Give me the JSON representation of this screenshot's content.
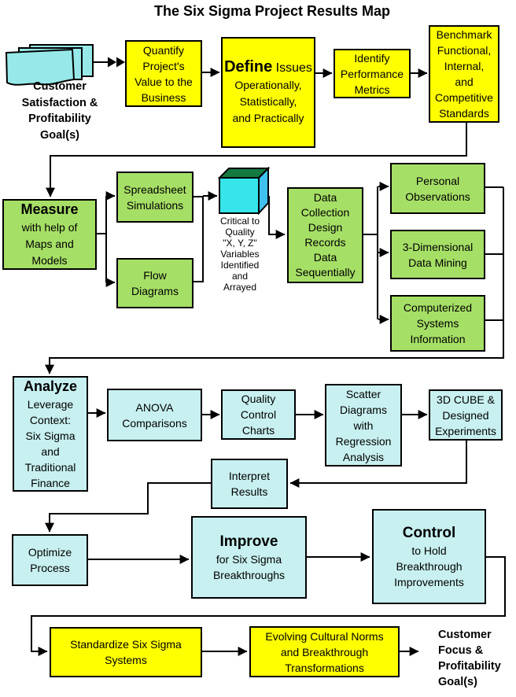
{
  "title": "The Six Sigma Project Results Map",
  "colors": {
    "box_yellow": "#FFFF00",
    "box_green": "#A6DF66",
    "box_cyan": "#C8F0F0",
    "pages_icon": "#97E9E9",
    "cube_front": "#35E5E9",
    "cube_top": "#157A42",
    "cube_side": "#3FC0EE",
    "line": "#000000"
  },
  "icons": {
    "start": "stacked-pages-icon",
    "ctq": "3d-cube-icon"
  },
  "nodes": {
    "customer_start": {
      "lines": [
        "Customer",
        "Satisfaction &",
        "Profitability",
        "Goal(s)"
      ]
    },
    "quantify": {
      "lines": [
        "Quantify",
        "Project's",
        "Value to the",
        "Business"
      ]
    },
    "define": {
      "keyword": "Define",
      "keyword_rest": " Issues",
      "lines": [
        "Operationally,",
        "Statistically,",
        "and Practically"
      ]
    },
    "identify": {
      "lines": [
        "Identify",
        "Performance",
        "Metrics"
      ]
    },
    "benchmark": {
      "lines": [
        "Benchmark",
        "Functional,",
        "Internal,",
        "and",
        "Competitive",
        "Standards"
      ]
    },
    "measure": {
      "keyword": "Measure",
      "lines": [
        "with help of",
        "Maps and",
        "Models"
      ]
    },
    "spreadsheet": {
      "lines": [
        "Spreadsheet",
        "Simulations"
      ]
    },
    "flow": {
      "lines": [
        "Flow",
        "Diagrams"
      ]
    },
    "ctq": {
      "lines": [
        "Critical to",
        "Quality",
        "\"X, Y, Z\"",
        "Variables",
        "Identified",
        "and",
        "Arrayed"
      ]
    },
    "data_collection": {
      "lines": [
        "Data",
        "Collection",
        "Design",
        "Records",
        "Data",
        "Sequentially"
      ]
    },
    "personal": {
      "lines": [
        "Personal",
        "Observations"
      ]
    },
    "mining": {
      "lines": [
        "3-Dimensional",
        "Data Mining"
      ]
    },
    "computerized": {
      "lines": [
        "Computerized",
        "Systems",
        "Information"
      ]
    },
    "analyze": {
      "keyword": "Analyze",
      "lines": [
        "Leverage",
        "Context:",
        "Six Sigma",
        "and",
        "Traditional",
        "Finance"
      ]
    },
    "anova": {
      "lines": [
        "ANOVA",
        "Comparisons"
      ]
    },
    "quality": {
      "lines": [
        "Quality",
        "Control",
        "Charts"
      ]
    },
    "scatter": {
      "lines": [
        "Scatter",
        "Diagrams",
        "with",
        "Regression",
        "Analysis"
      ]
    },
    "cube3d": {
      "lines": [
        "3D CUBE &",
        "Designed",
        "Experiments"
      ]
    },
    "interpret": {
      "lines": [
        "Interpret",
        "Results"
      ]
    },
    "optimize": {
      "lines": [
        "Optimize",
        "Process"
      ]
    },
    "improve": {
      "keyword": "Improve",
      "lines": [
        "for Six Sigma",
        "Breakthroughs"
      ]
    },
    "control": {
      "keyword": "Control",
      "lines": [
        "to Hold",
        "Breakthrough",
        "Improvements"
      ]
    },
    "standardize": {
      "lines": [
        "Standardize Six Sigma",
        "Systems"
      ]
    },
    "evolving": {
      "lines": [
        "Evolving Cultural Norms",
        "and  Breakthrough",
        "Transformations"
      ]
    },
    "customer_end": {
      "lines": [
        "Customer",
        "Focus &",
        "Profitability",
        "Goal(s)"
      ]
    }
  }
}
